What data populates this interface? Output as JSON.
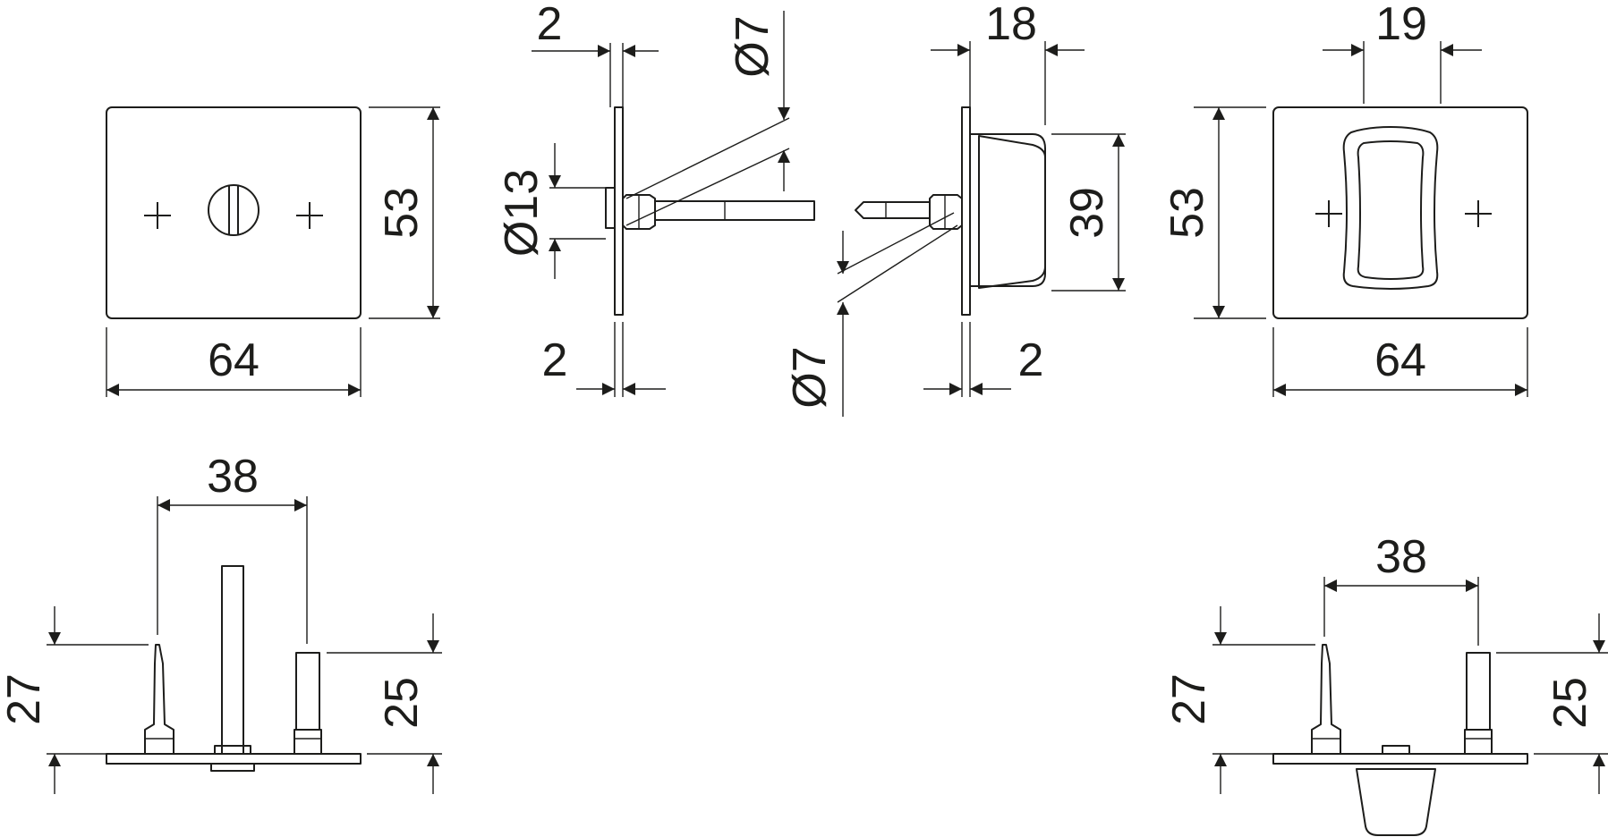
{
  "dimensions": {
    "front_rosette_width": "64",
    "front_rosette_height": "53",
    "inner_rosette_width": "64",
    "inner_rosette_height": "53",
    "side_left_plate_top": "2",
    "side_left_plate_bottom": "2",
    "side_left_bush_dia": "Ø13",
    "side_left_spindle_dia": "Ø7",
    "side_right_knob_depth": "18",
    "side_right_knob_height": "39",
    "side_right_plate": "2",
    "side_right_spindle_dia": "Ø7",
    "inner_turn_width": "19",
    "bottom_left_screw_spacing": "38",
    "bottom_left_pin_left": "27",
    "bottom_left_pin_right": "25",
    "bottom_right_screw_spacing": "38",
    "bottom_right_pin_left": "27",
    "bottom_right_pin_right": "25"
  }
}
